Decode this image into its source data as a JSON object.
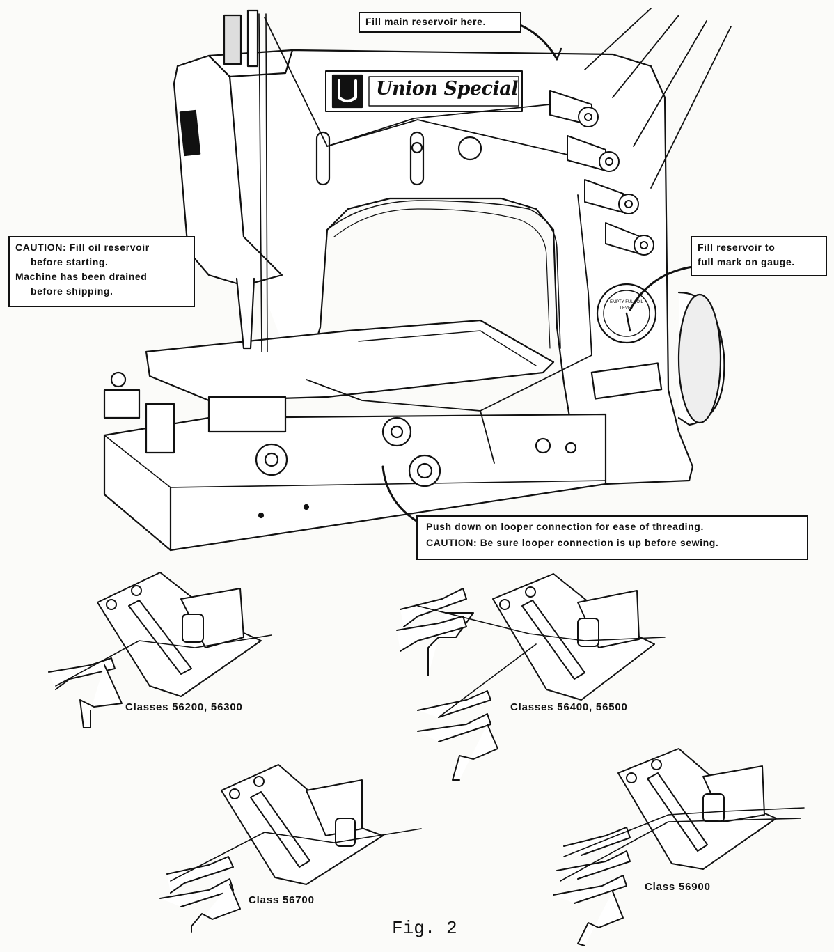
{
  "callouts": {
    "fill_main": "Fill main reservoir here.",
    "caution_oil": {
      "line1": "CAUTION:  Fill oil reservoir",
      "line2": "before starting.",
      "line3": "Machine has been drained",
      "line4": "before shipping."
    },
    "fill_gauge": {
      "line1": "Fill reservoir to",
      "line2": "full mark on gauge."
    },
    "looper": {
      "line1": "Push down on looper connection for ease of threading.",
      "line2": "CAUTION:  Be sure looper connection is up before sewing."
    }
  },
  "brand": {
    "logo_text": "Union Special",
    "gauge_text": "EMPTY FULL OIL LEVEL"
  },
  "captions": {
    "c1": "Classes 56200, 56300",
    "c2": "Classes 56400, 56500",
    "c3": "Class 56700",
    "c4": "Class 56900"
  },
  "figure_label": "Fig. 2"
}
